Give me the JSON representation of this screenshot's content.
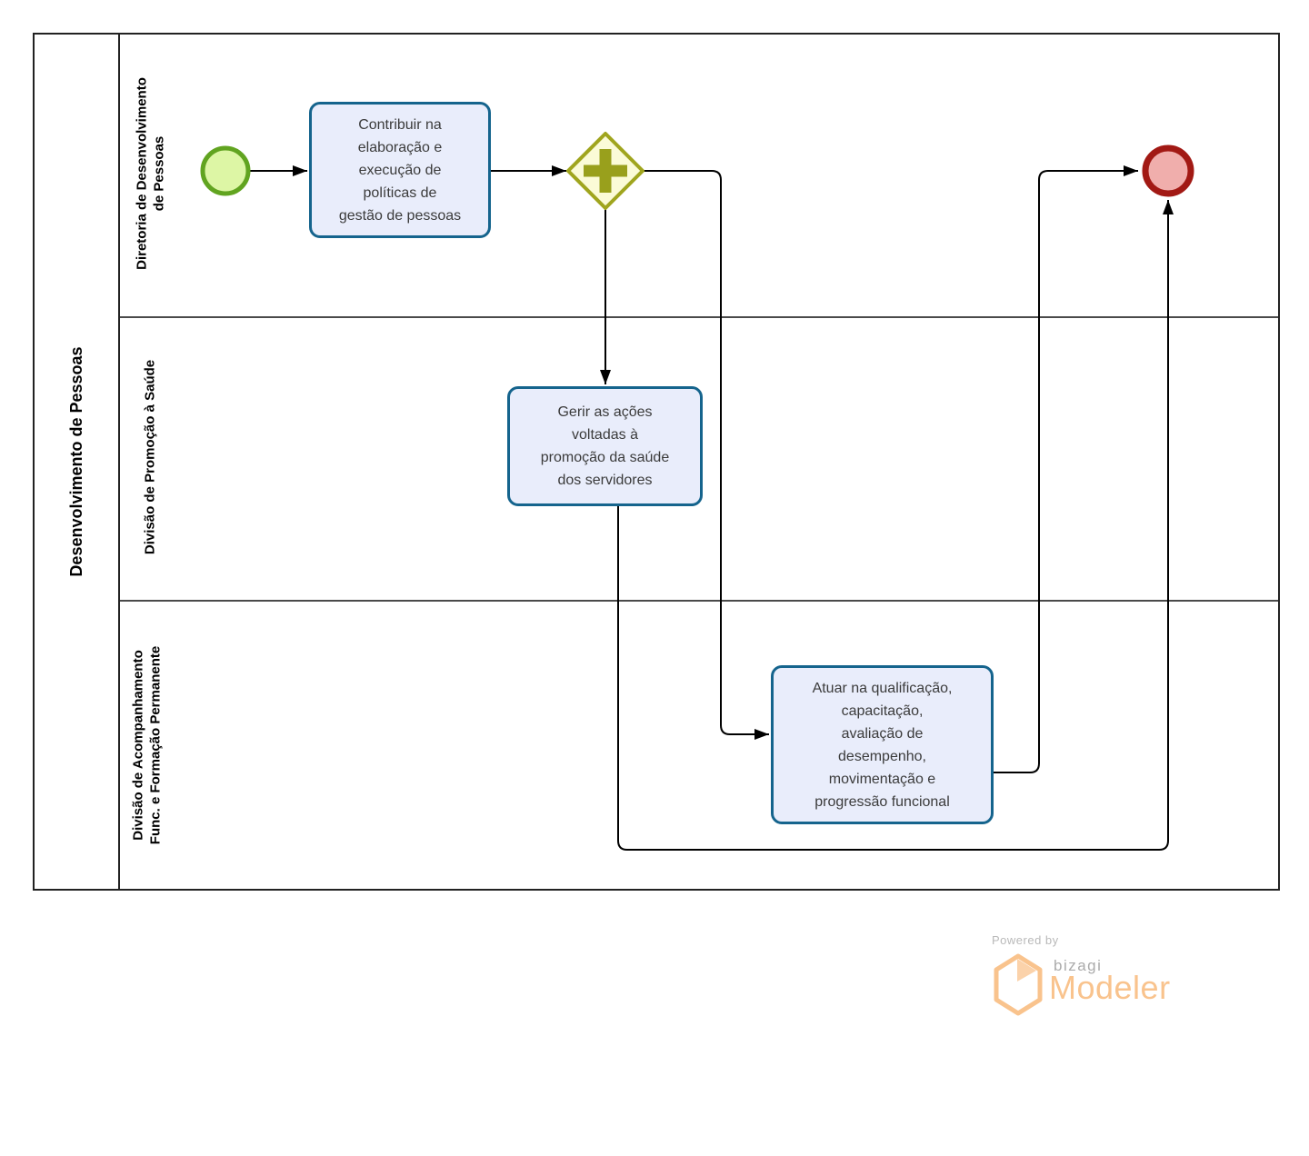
{
  "pool": {
    "title": "Desenvolvimento de Pessoas"
  },
  "lanes": [
    {
      "label": "Diretoria de Desenvolvimento\nde Pessoas"
    },
    {
      "label": "Divisão de Promoção à Saúde"
    },
    {
      "label": "Divisão de Acompanhamento\nFunc. e Formação Permanente"
    }
  ],
  "tasks": [
    {
      "label": "Contribuir na\nelaboração e\nexecução de\npolíticas de\ngestão de pessoas"
    },
    {
      "label": "Gerir as ações\nvoltadas à\npromoção da saúde\ndos servidores"
    },
    {
      "label": "Atuar na qualificação,\ncapacitação,\navaliação de\ndesempenho,\nmovimentação e\nprogressão funcional"
    }
  ],
  "gateway": {
    "type": "parallel",
    "symbol": "+"
  },
  "events": {
    "start": "start-event",
    "end": "end-event"
  },
  "colors": {
    "start_fill": "#DDF6A5",
    "start_stroke": "#61A420",
    "end_fill": "#F0AEAC",
    "end_stroke": "#A21914",
    "task_fill": "#E9EDFB",
    "task_stroke": "#15648D",
    "gateway_fill": "#FBFBD7",
    "gateway_stroke": "#A0A51E",
    "gateway_plus": "#99A01C",
    "flow": "#000000",
    "logo_orange": "#F9C38D",
    "logo_gray": "#ABABAB",
    "powered_gray": "#B9B9B9"
  },
  "footer": {
    "powered_by": "Powered by",
    "brand": "bizagi",
    "product": "Modeler"
  }
}
